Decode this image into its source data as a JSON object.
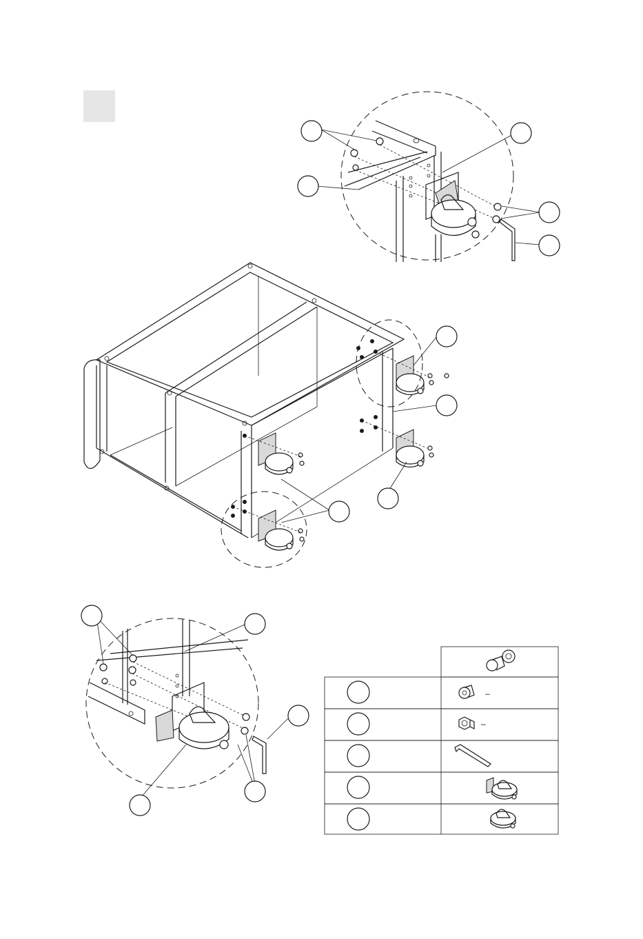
{
  "page": {
    "step_badge_color": "#e6e6e6",
    "line_color": "#1a1a1a"
  },
  "diagram": {
    "callout_bubbles": [
      "",
      "",
      "",
      "",
      "",
      "",
      "",
      "",
      "",
      "",
      "",
      "",
      ""
    ]
  },
  "parts_table": {
    "header": "",
    "rows": [
      {
        "key": "",
        "item": "button-head-screw",
        "qty": "",
        "dash": "–"
      },
      {
        "key": "",
        "item": "hex-nut",
        "qty": "",
        "dash": "–"
      },
      {
        "key": "",
        "item": "hex-key",
        "qty": ""
      },
      {
        "key": "",
        "item": "locking-caster",
        "qty": ""
      },
      {
        "key": "",
        "item": "swivel-caster",
        "qty": ""
      }
    ]
  }
}
